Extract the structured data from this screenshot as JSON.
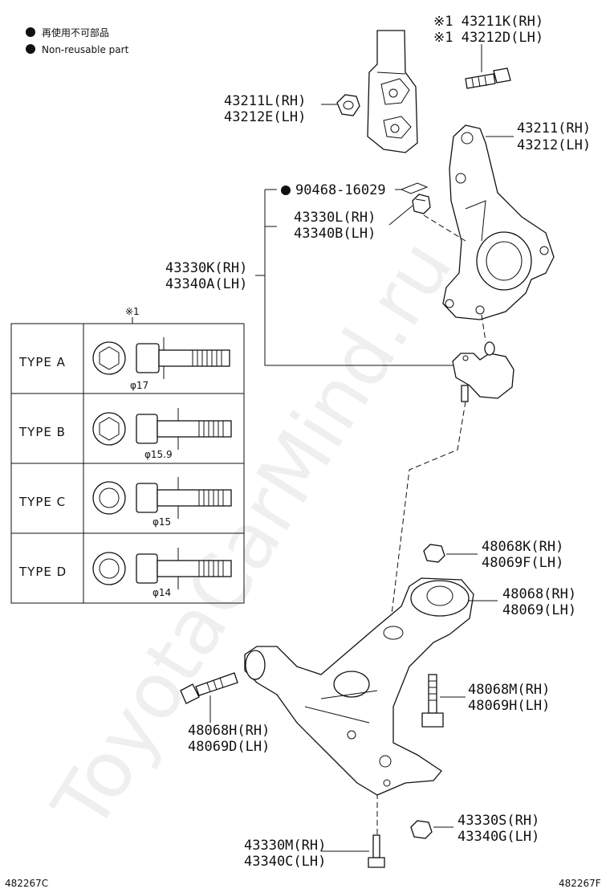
{
  "legend": {
    "ja": "再使用不可部品",
    "en": "Non-reusable part"
  },
  "callouts": {
    "bolt_rh": "※1 43211K(RH)",
    "bolt_lh": "※1 43212D(LH)",
    "nut_rh": "43211L(RH)",
    "nut_lh": "43212E(LH)",
    "knuckle_rh": "43211(RH)",
    "knuckle_lh": "43212(LH)",
    "pin": "90468-16029",
    "castle_rh": "43330L(RH)",
    "castle_lh": "43340B(LH)",
    "ball_rh": "43330K(RH)",
    "ball_lh": "43340A(LH)",
    "arm_nut_rh": "48068K(RH)",
    "arm_nut_lh": "48069F(LH)",
    "arm_rh": "48068(RH)",
    "arm_lh": "48069(LH)",
    "arm_bolt_rh": "48068M(RH)",
    "arm_bolt_lh": "48069H(LH)",
    "front_bolt_rh": "48068H(RH)",
    "front_bolt_lh": "48069D(LH)",
    "joint_nut_rh": "43330S(RH)",
    "joint_nut_lh": "43340G(LH)",
    "joint_bolt_rh": "43330M(RH)",
    "joint_bolt_lh": "43340C(LH)"
  },
  "type_table": {
    "header": "※1",
    "rows": [
      {
        "label": "TYPE  A",
        "diameter": "φ17"
      },
      {
        "label": "TYPE  B",
        "diameter": "φ15.9"
      },
      {
        "label": "TYPE  C",
        "diameter": "φ15"
      },
      {
        "label": "TYPE  D",
        "diameter": "φ14"
      }
    ]
  },
  "footer": {
    "left_code": "482267C",
    "right_code": "482267F"
  },
  "watermark": "ToyotaCarMind.ru"
}
